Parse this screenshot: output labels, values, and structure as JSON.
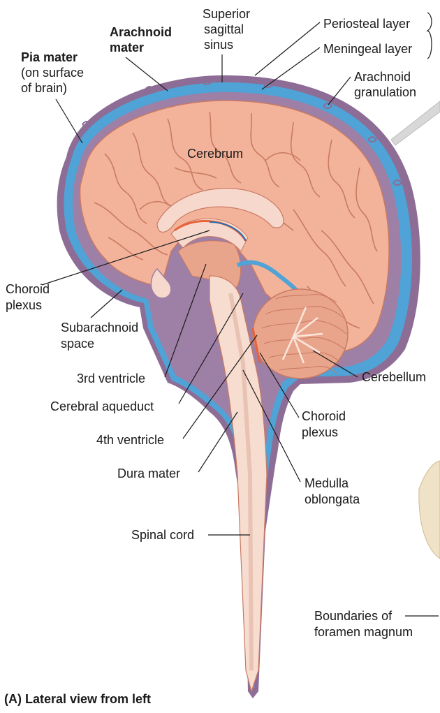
{
  "labels": {
    "pia_mater_title": "Pia mater",
    "pia_mater_line2": "(on surface",
    "pia_mater_line3": "of brain)",
    "arachnoid_mater_line1": "Arachnoid",
    "arachnoid_mater_line2": "mater",
    "superior_sagittal_line1": "Superior",
    "superior_sagittal_line2": "sagittal",
    "superior_sagittal_line3": "sinus",
    "periosteal_layer": "Periosteal layer",
    "meningeal_layer": "Meningeal layer",
    "arachnoid_granulation_line1": "Arachnoid",
    "arachnoid_granulation_line2": "granulation",
    "cerebrum": "Cerebrum",
    "choroid_plexus_left_line1": "Choroid",
    "choroid_plexus_left_line2": "plexus",
    "subarachnoid_line1": "Subarachnoid",
    "subarachnoid_line2": "space",
    "third_ventricle": "3rd ventricle",
    "cerebral_aqueduct": "Cerebral aqueduct",
    "fourth_ventricle": "4th ventricle",
    "dura_mater": "Dura mater",
    "cerebellum": "Cerebellum",
    "choroid_plexus_right_line1": "Choroid",
    "choroid_plexus_right_line2": "plexus",
    "medulla_line1": "Medulla",
    "medulla_line2": "oblongata",
    "spinal_cord": "Spinal cord",
    "foramen_line1": "Boundaries of",
    "foramen_line2": "foramen magnum",
    "caption": "(A) Lateral view from left"
  },
  "colors": {
    "brain": "#f3b39b",
    "brain_sulci": "#c97a63",
    "dura": "#4fa3d6",
    "meninges": "#9e7fa6",
    "ventricle": "#f6d8cc",
    "choroid": "#e8623a",
    "spinal_cord": "#f7dcd0"
  }
}
